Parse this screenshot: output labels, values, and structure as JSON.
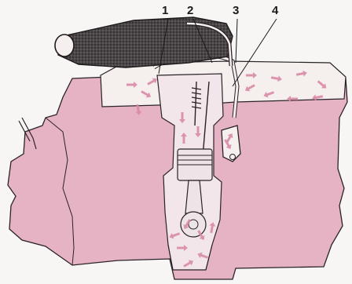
{
  "diagram": {
    "callouts": [
      {
        "label": "1"
      },
      {
        "label": "2"
      },
      {
        "label": "3"
      },
      {
        "label": "4"
      }
    ]
  },
  "colors": {
    "engine_block": "#e6b3c4",
    "engine_outline": "#2a2228",
    "cover_plate": "#f5f0ee",
    "air_cleaner": "#3a3638",
    "arrows": "#d98aa6",
    "background": "#f7f6f4"
  },
  "icons": [
    "flow-arrow-icon"
  ]
}
